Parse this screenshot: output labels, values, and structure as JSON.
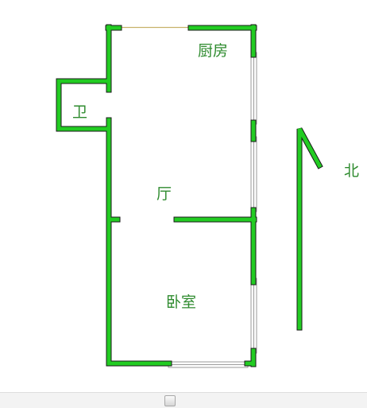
{
  "colors": {
    "wall": "#22cc22",
    "wall_outline": "#1a1a1a",
    "window_frame": "#9a9a9a",
    "doorway": "#c8b26a",
    "label": "#2e8b2e"
  },
  "rooms": {
    "kitchen": "厨房",
    "bathroom": "卫",
    "living_room": "厅",
    "bedroom": "卧室"
  },
  "compass": {
    "north_label": "北"
  },
  "scrollbar": {
    "icon": "scroll-thumb"
  }
}
